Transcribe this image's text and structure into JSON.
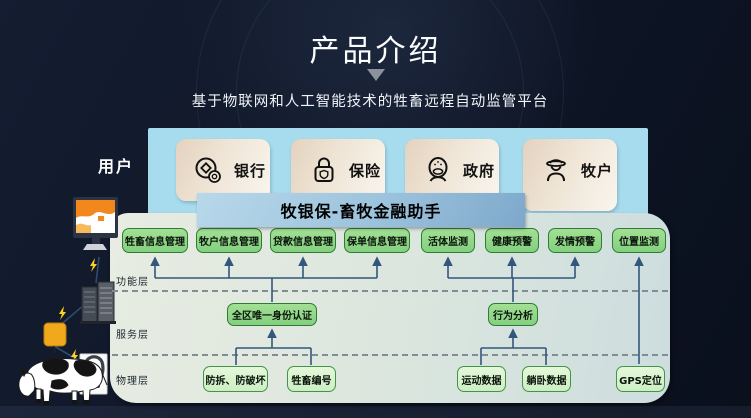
{
  "slide": {
    "title": "产品介绍",
    "subtitle": "基于物联网和人工智能技术的牲畜远程自动监管平台"
  },
  "users": {
    "label": "用户",
    "items": [
      {
        "label": "银行",
        "icon": "coins-icon"
      },
      {
        "label": "保险",
        "icon": "padlock-shield-icon"
      },
      {
        "label": "政府",
        "icon": "official-face-icon"
      },
      {
        "label": "牧户",
        "icon": "herder-icon"
      }
    ]
  },
  "platform": {
    "label": "牧银保-畜牧金融助手"
  },
  "layers": [
    {
      "name": "功能层",
      "boxes": [
        "牲畜信息管理",
        "牧户信息管理",
        "贷款信息管理",
        "保单信息管理",
        "活体监测",
        "健康预警",
        "发情预警",
        "位置监测"
      ]
    },
    {
      "name": "服务层",
      "boxes": [
        "全区唯一身份认证",
        "行为分析"
      ]
    },
    {
      "name": "物理层",
      "boxes": [
        "防拆、防破坏",
        "牲畜编号",
        "运动数据",
        "躺卧数据",
        "GPS定位"
      ]
    }
  ],
  "illustrations": [
    "monitor-screen",
    "server-rack",
    "lightning-bolt",
    "iot-device",
    "cow",
    "collar-tag"
  ],
  "colors": {
    "background": "#0e1626",
    "band": "#a7dcee",
    "user_box": "#eadbc8",
    "platform_box": "#8fb6d6",
    "panel": "#dde7de",
    "function_box": "#8fd08a",
    "function_box_border": "#2c7d33",
    "physical_box": "#dcf5d2",
    "arrow": "#33567d",
    "bolt": "#ffd21e"
  }
}
